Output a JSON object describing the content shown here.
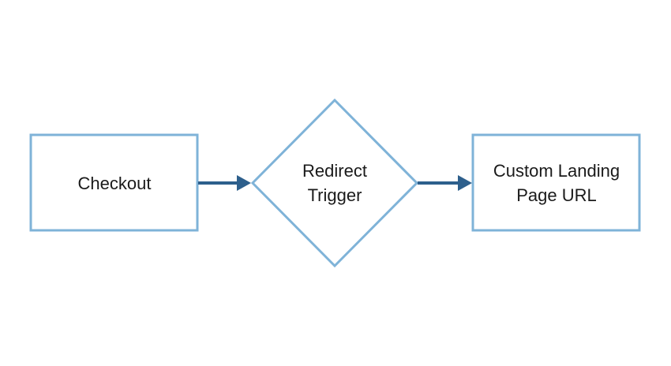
{
  "diagram": {
    "nodes": [
      {
        "id": "checkout",
        "shape": "rectangle",
        "lines": [
          "Checkout"
        ]
      },
      {
        "id": "redirect-trigger",
        "shape": "diamond",
        "lines": [
          "Redirect",
          "Trigger"
        ]
      },
      {
        "id": "custom-landing-page-url",
        "shape": "rectangle",
        "lines": [
          "Custom Landing",
          "Page URL"
        ]
      }
    ],
    "edges": [
      {
        "from": "checkout",
        "to": "redirect-trigger"
      },
      {
        "from": "redirect-trigger",
        "to": "custom-landing-page-url"
      }
    ],
    "colors": {
      "node_border": "#7fb3d8",
      "arrow": "#2d5f8c",
      "text": "#1a1a1a",
      "background": "#ffffff"
    }
  }
}
